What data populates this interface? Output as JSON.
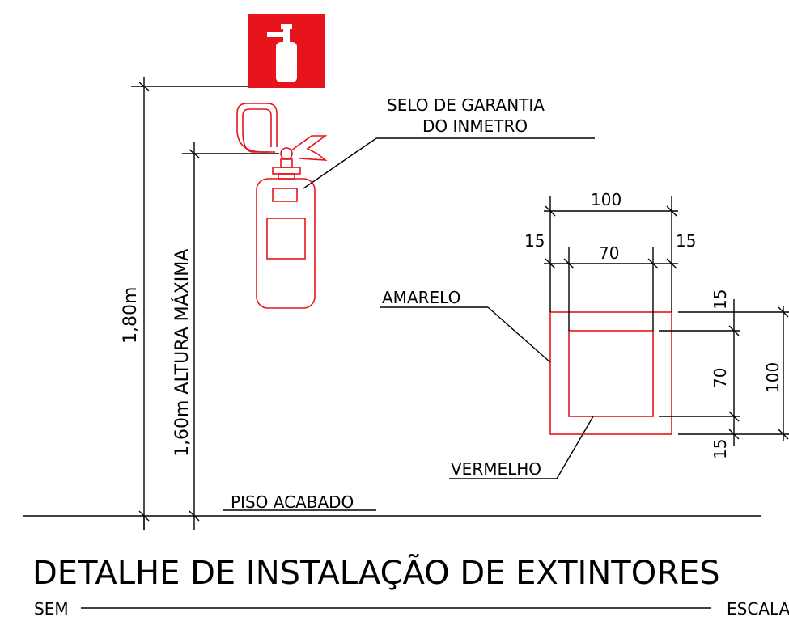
{
  "title": "DETALHE  DE  INSTALAÇÃO  DE  EXTINTORES",
  "scale_left": "SEM",
  "scale_right": "ESCALA",
  "labels": {
    "selo_line1": "SELO  DE  GARANTIA",
    "selo_line2": "DO  INMETRO",
    "height_180": "1,80m",
    "height_160": "1,60m  ALTURA  MÁXIMA",
    "floor": "PISO  ACABADO",
    "amarelo": "AMARELO",
    "vermelho": "VERMELHO"
  },
  "dimensions": {
    "top_total": "100",
    "top_left": "15",
    "top_inner": "70",
    "top_right": "15",
    "right_top": "15",
    "right_inner": "70",
    "right_bottom": "15",
    "right_total": "100"
  },
  "colors": {
    "sign_background": "#e8141b",
    "drawing_lines": "#000000",
    "extinguisher_lines": "#e8141b"
  },
  "icons": {
    "sign": "fire-extinguisher-sign-icon"
  }
}
